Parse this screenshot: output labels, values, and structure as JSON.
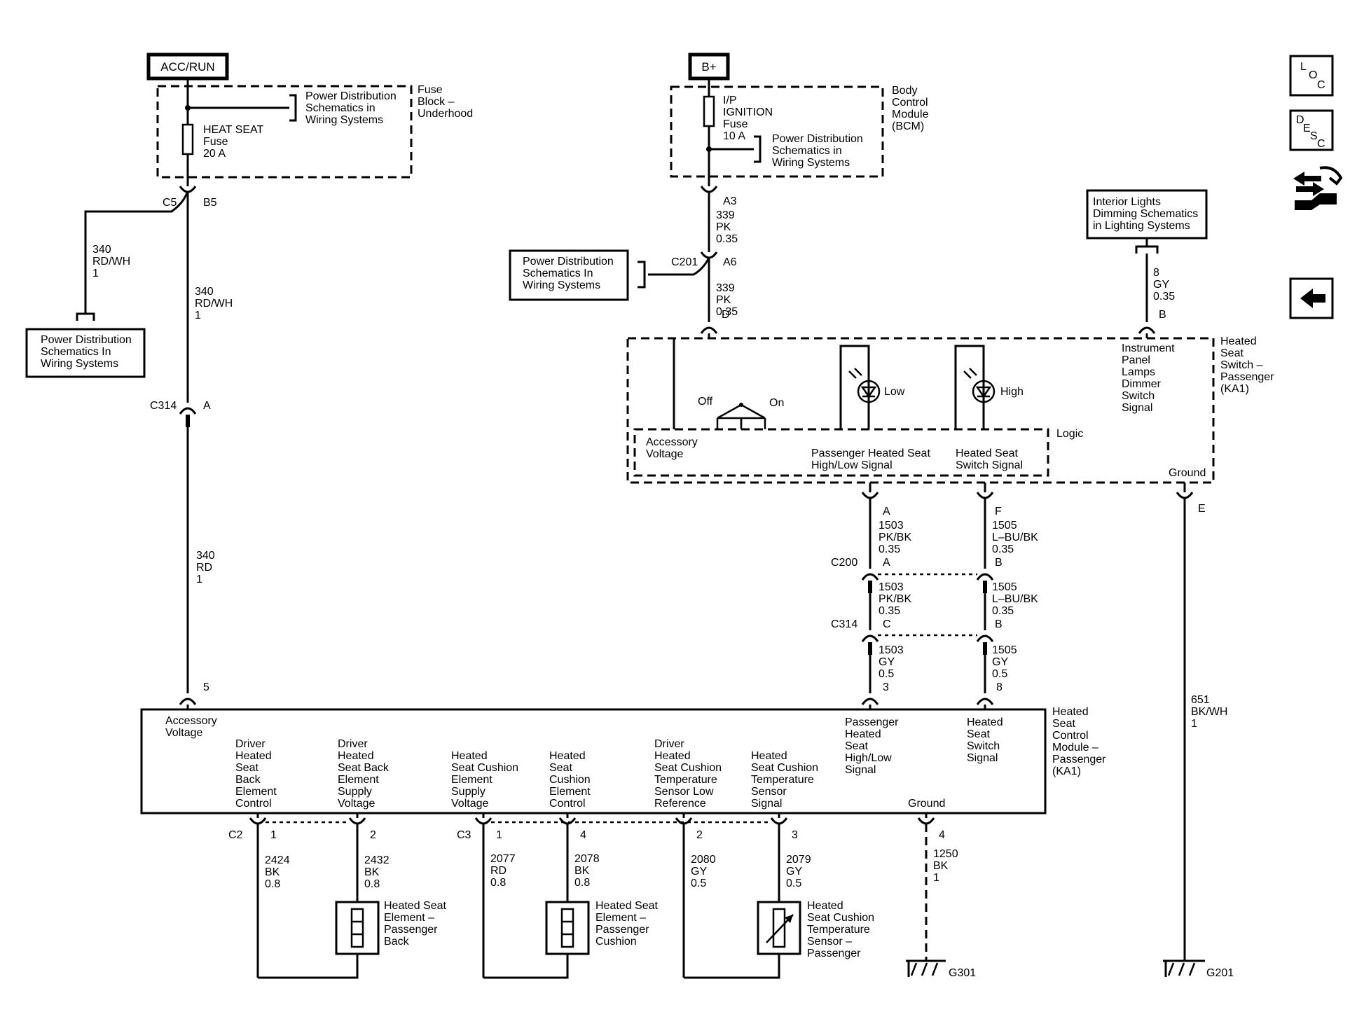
{
  "power": {
    "acc_run": "ACC/RUN",
    "b_plus": "B+"
  },
  "fuse_block": {
    "name": [
      "Fuse",
      "Block –",
      "Underhood"
    ],
    "fuse": [
      "HEAT SEAT",
      "Fuse",
      "20 A"
    ],
    "ref": [
      "Power Distribution",
      "Schematics in",
      "Wiring Systems"
    ]
  },
  "bcm": {
    "name": [
      "Body",
      "Control",
      "Module",
      "(BCM)"
    ],
    "fuse": [
      "I/P",
      "IGNITION",
      "Fuse",
      "10 A"
    ],
    "ref": [
      "Power Distribution",
      "Schematics in",
      "Wiring Systems"
    ]
  },
  "ref_left": [
    "Power Distribution",
    "Schematics In",
    "Wiring Systems"
  ],
  "ref_mid": [
    "Power Distribution",
    "Schematics In",
    "Wiring Systems"
  ],
  "ref_lighting": [
    "Interior Lights",
    "Dimming Schematics",
    "in Lighting Systems"
  ],
  "connectors": {
    "c5": "C5",
    "b5": "B5",
    "c314_a": "C314",
    "pin_a": "A",
    "pin_5": "5",
    "a3": "A3",
    "c201": "C201",
    "a6": "A6",
    "pin_d": "D",
    "pin_b_top": "B",
    "sw_a": "A",
    "sw_f": "F",
    "sw_e": "E",
    "c200": "C200",
    "c200_a": "A",
    "c200_b": "B",
    "c314_b": "C314",
    "c314_c": "C",
    "c314_bb": "B",
    "pin_3": "3",
    "pin_8": "8",
    "c2": "C2",
    "c2_1": "1",
    "c2_2": "2",
    "c3": "C3",
    "c3_1": "1",
    "c3_4": "4",
    "c3_2": "2",
    "c3_3": "3",
    "gnd_4": "4"
  },
  "wires": {
    "w340_rdwh_left": [
      "340",
      "RD/WH",
      "1"
    ],
    "w340_rdwh": [
      "340",
      "RD/WH",
      "1"
    ],
    "w340_rd": [
      "340",
      "RD",
      "1"
    ],
    "w339_a": [
      "339",
      "PK",
      "0.35"
    ],
    "w339_b": [
      "339",
      "PK",
      "0.35"
    ],
    "w8": [
      "8",
      "GY",
      "0.35"
    ],
    "w1503_a": [
      "1503",
      "PK/BK",
      "0.35"
    ],
    "w1503_b": [
      "1503",
      "PK/BK",
      "0.35"
    ],
    "w1503_c": [
      "1503",
      "GY",
      "0.5"
    ],
    "w1505_a": [
      "1505",
      "L–BU/BK",
      "0.35"
    ],
    "w1505_b": [
      "1505",
      "L–BU/BK",
      "0.35"
    ],
    "w1505_c": [
      "1505",
      "GY",
      "0.5"
    ],
    "w651": [
      "651",
      "BK/WH",
      "1"
    ],
    "w2424": [
      "2424",
      "BK",
      "0.8"
    ],
    "w2432": [
      "2432",
      "BK",
      "0.8"
    ],
    "w2077": [
      "2077",
      "RD",
      "0.8"
    ],
    "w2078": [
      "2078",
      "BK",
      "0.8"
    ],
    "w2080": [
      "2080",
      "GY",
      "0.5"
    ],
    "w2079": [
      "2079",
      "GY",
      "0.5"
    ],
    "w1250": [
      "1250",
      "BK",
      "1"
    ]
  },
  "switch": {
    "name": [
      "Heated",
      "Seat",
      "Switch –",
      "Passenger",
      "(KA1)"
    ],
    "off": "Off",
    "on": "On",
    "low": "Low",
    "high": "High",
    "dimmer": [
      "Instrument",
      "Panel",
      "Lamps",
      "Dimmer",
      "Switch",
      "Signal"
    ],
    "logic": "Logic",
    "acc_voltage": [
      "Accessory",
      "Voltage"
    ],
    "hl_signal": [
      "Passenger Heated Seat",
      "High/Low Signal"
    ],
    "sw_signal": [
      "Heated Seat",
      "Switch Signal"
    ],
    "ground": "Ground"
  },
  "module": {
    "name": [
      "Heated",
      "Seat",
      "Control",
      "Module –",
      "Passenger",
      "(KA1)"
    ],
    "acc_voltage": [
      "Accessory",
      "Voltage"
    ],
    "drv_back_ctrl": [
      "Driver",
      "Heated",
      "Seat",
      "Back",
      "Element",
      "Control"
    ],
    "drv_back_supply": [
      "Driver",
      "Heated",
      "Seat Back",
      "Element",
      "Supply",
      "Voltage"
    ],
    "cush_supply": [
      "Heated",
      "Seat Cushion",
      "Element",
      "Supply",
      "Voltage"
    ],
    "cush_ctrl": [
      "Heated",
      "Seat",
      "Cushion",
      "Element",
      "Control"
    ],
    "temp_low_ref": [
      "Driver",
      "Heated",
      "Seat Cushion",
      "Temperature",
      "Sensor Low",
      "Reference"
    ],
    "temp_signal": [
      "Heated",
      "Seat Cushion",
      "Temperature",
      "Sensor",
      "Signal"
    ],
    "hl_signal": [
      "Passenger",
      "Heated",
      "Seat",
      "High/Low",
      "Signal"
    ],
    "sw_signal": [
      "Heated",
      "Seat",
      "Switch",
      "Signal"
    ],
    "ground": "Ground"
  },
  "components": {
    "elem_back": [
      "Heated Seat",
      "Element –",
      "Passenger",
      "Back"
    ],
    "elem_cushion": [
      "Heated Seat",
      "Element –",
      "Passenger",
      "Cushion"
    ],
    "temp_sensor": [
      "Heated",
      "Seat Cushion",
      "Temperature",
      "Sensor –",
      "Passenger"
    ]
  },
  "grounds": {
    "g301": "G301",
    "g201": "G201"
  },
  "nav": {
    "loc": [
      "L",
      "O",
      "C"
    ],
    "desc": [
      "D",
      "E",
      "S",
      "C"
    ]
  }
}
